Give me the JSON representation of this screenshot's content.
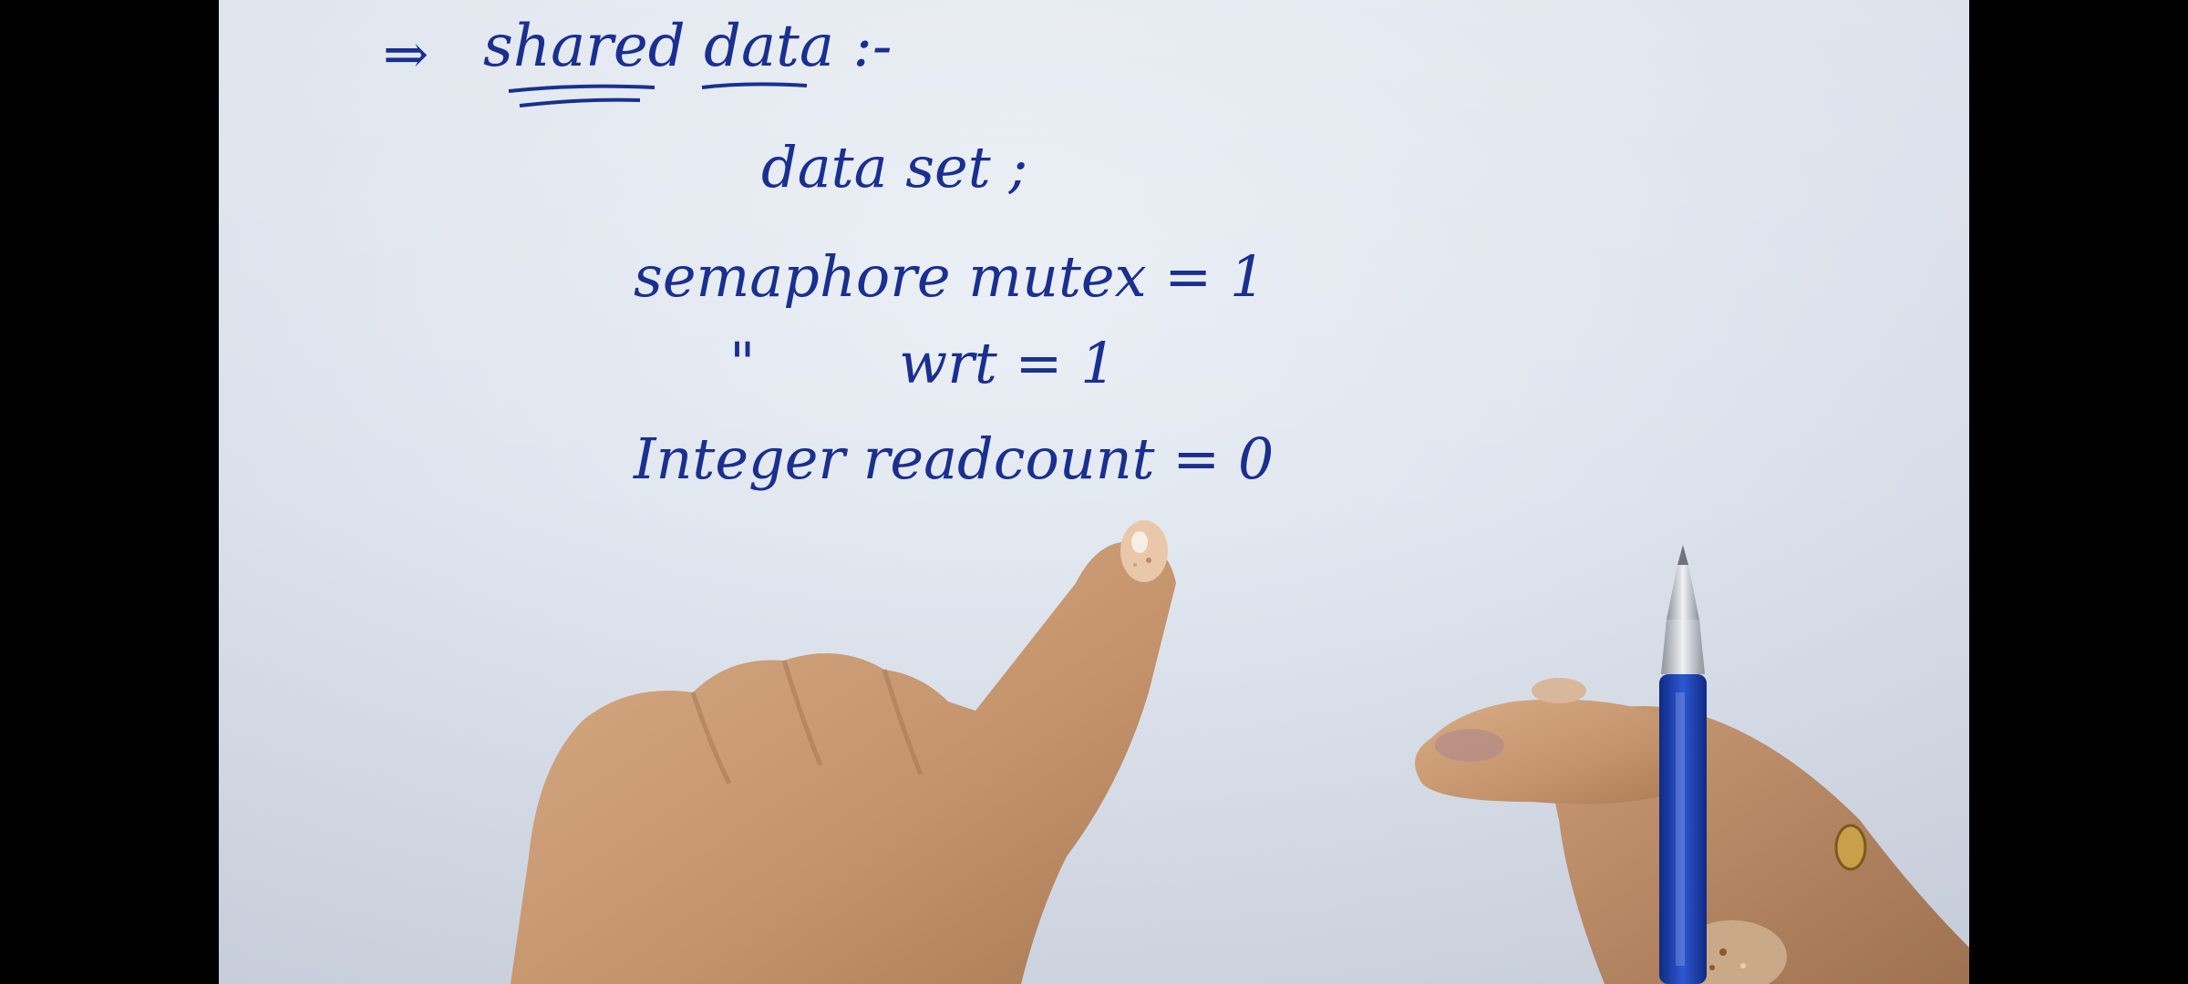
{
  "video": {
    "heading": {
      "arrow": "⇒",
      "label": "shared data :-"
    },
    "code_lines": [
      "data set ;",
      "semaphore mutex = 1",
      "\"        wrt = 1",
      "Integer readcount = 0"
    ]
  },
  "colors": {
    "ink": "#1a2f8f",
    "paper": "#e4e9f1",
    "skin": "#c99a74",
    "letterbox": "#000000",
    "pen_body": "#1c3fae"
  },
  "icons": {
    "pointing_hand": "pointing-hand",
    "pen": "ballpoint-pen"
  }
}
